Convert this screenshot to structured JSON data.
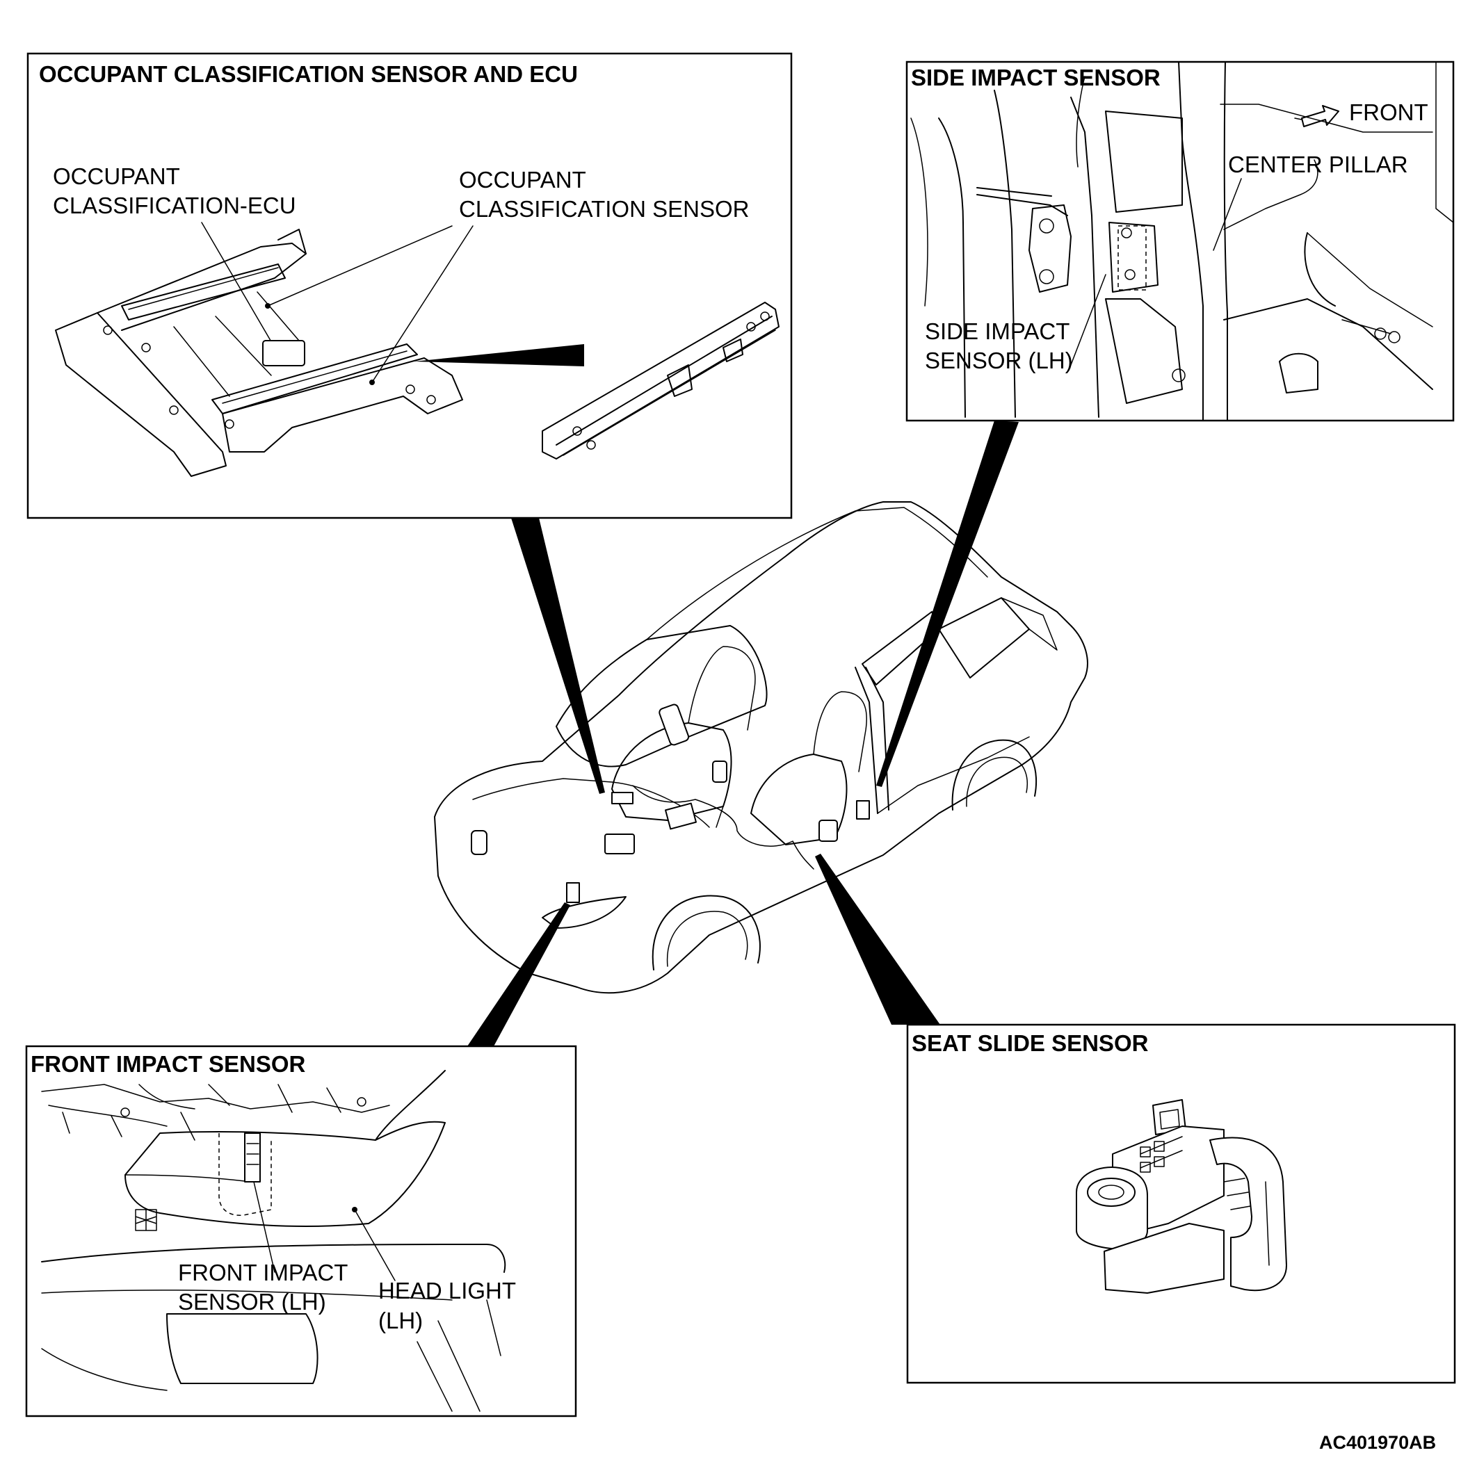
{
  "figure_code": "AC401970AB",
  "panels": {
    "occupant": {
      "title": "OCCUPANT CLASSIFICATION SENSOR AND ECU",
      "labels": {
        "ecu_line1": "OCCUPANT",
        "ecu_line2": "CLASSIFICATION-ECU",
        "sensor_line1": "OCCUPANT",
        "sensor_line2": "CLASSIFICATION SENSOR"
      }
    },
    "side": {
      "title": "SIDE IMPACT SENSOR",
      "labels": {
        "front": "FRONT",
        "center_pillar": "CENTER PILLAR",
        "sensor_line1": "SIDE IMPACT",
        "sensor_line2": "SENSOR (LH)"
      }
    },
    "front": {
      "title": "FRONT IMPACT SENSOR",
      "labels": {
        "sensor_line1": "FRONT IMPACT",
        "sensor_line2": "SENSOR (LH)",
        "headlight_line1": "HEAD LIGHT",
        "headlight_line2": "(LH)"
      }
    },
    "seat_slide": {
      "title": "SEAT SLIDE SENSOR"
    }
  }
}
